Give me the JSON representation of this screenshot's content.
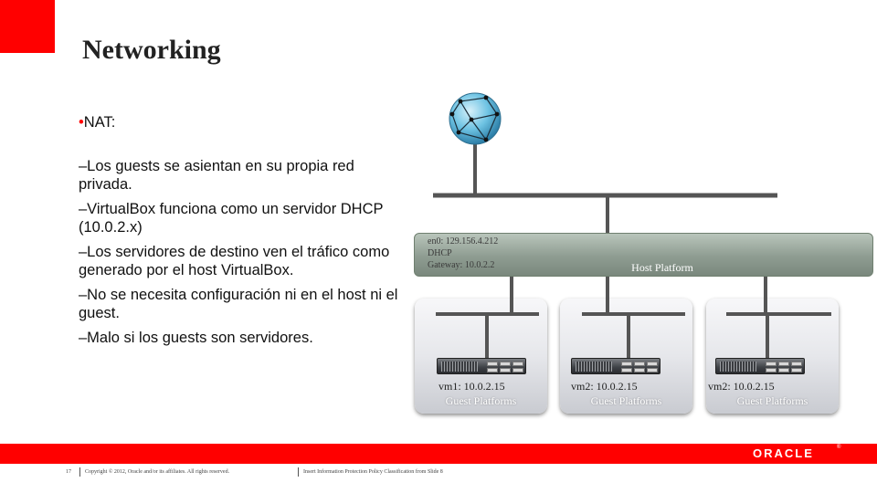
{
  "slide": {
    "title": "Networking",
    "bullet_main": "NAT:",
    "sub_bullets": [
      "–Los guests se asientan en su propia red privada.",
      "–VirtualBox funciona como un servidor DHCP (10.0.2.x)",
      "–Los servidores de destino ven el tráfico como generado por el host VirtualBox.",
      "–No se necesita configuración ni en el host ni el guest.",
      "–Malo si los guests son servidores."
    ]
  },
  "diagram": {
    "host_info": [
      "en0: 129.156.4.212",
      "DHCP",
      "Gateway: 10.0.2.2"
    ],
    "host_label": "Host Platform",
    "guests": [
      {
        "ip": "vm1: 10.0.2.15",
        "label": "Guest Platforms"
      },
      {
        "ip": "vm2: 10.0.2.15",
        "label": "Guest Platforms"
      },
      {
        "ip": "vm2: 10.0.2.15",
        "label": "Guest Platforms"
      }
    ]
  },
  "footer": {
    "page_number": "17",
    "copyright": "Copyright © 2012, Oracle and/or its affiliates. All rights reserved.",
    "classification": "Insert Information Protection Policy Classification from Slide 8",
    "logo_text": "ORACLE",
    "logo_reg": "®"
  },
  "colors": {
    "accent": "#ff0000",
    "host_platform": "#8e9c91",
    "network_line": "#555555",
    "globe": "#6ec3e3"
  },
  "icons": {
    "globe": "globe-network-icon",
    "server": "server-rack-icon"
  }
}
